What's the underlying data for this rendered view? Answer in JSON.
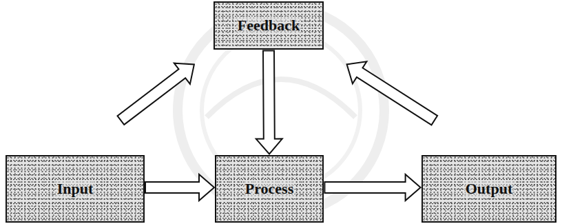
{
  "diagram": {
    "nodes": [
      {
        "text": [
          "Feedback"
        ]
      },
      {
        "text": [
          "Input"
        ]
      },
      {
        "text": [
          "Process"
        ]
      },
      {
        "text": [
          "Output"
        ]
      }
    ],
    "edges": [
      {
        "from": 1,
        "to": 2,
        "arrow": "to"
      },
      {
        "from": 2,
        "to": 3,
        "arrow": "to"
      },
      {
        "from": 0,
        "to": 2,
        "arrow": "to"
      },
      {
        "from": 1,
        "to": 0,
        "arrow": "to"
      },
      {
        "from": 3,
        "to": 0,
        "arrow": "to"
      }
    ]
  }
}
